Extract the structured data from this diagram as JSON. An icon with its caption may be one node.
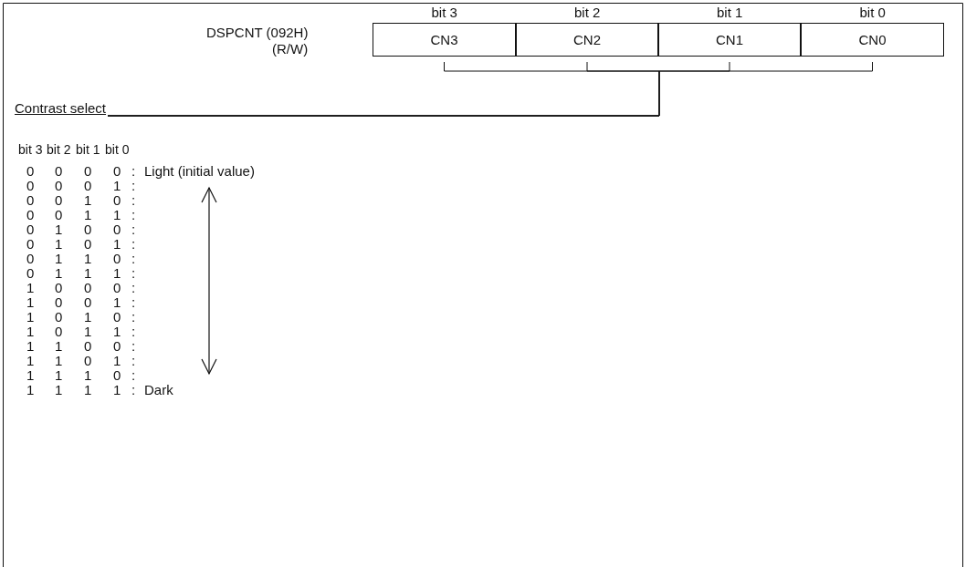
{
  "diagram": {
    "nodes": [
      {
        "text": [
          "CN3"
        ],
        "beside": [
          "bit 3"
        ]
      },
      {
        "text": [
          "CN2"
        ],
        "beside": [
          "bit 2"
        ]
      },
      {
        "text": [
          "CN1"
        ],
        "beside": [
          "bit 1"
        ]
      },
      {
        "text": [
          "CN0"
        ],
        "beside": [
          "bit 0"
        ]
      },
      {
        "text": [
          "Contrast select"
        ]
      }
    ],
    "edges": [
      {
        "from": 0,
        "to": 4,
        "arrow": "none"
      },
      {
        "from": 1,
        "to": 4,
        "arrow": "none"
      },
      {
        "from": 2,
        "to": 4,
        "arrow": "none"
      },
      {
        "from": 3,
        "to": 4,
        "arrow": "none"
      }
    ],
    "labels": [
      "DSPCNT (092H)",
      "(R/W)",
      "bit 3",
      "bit 2",
      "bit 1",
      "bit 0",
      "0",
      "0",
      "0",
      "0",
      ":",
      "Light (initial value)",
      "0",
      "0",
      "0",
      "1",
      ":",
      "0",
      "0",
      "1",
      "0",
      ":",
      "0",
      "0",
      "1",
      "1",
      ":",
      "0",
      "1",
      "0",
      "0",
      ":",
      "0",
      "1",
      "0",
      "1",
      ":",
      "0",
      "1",
      "1",
      "0",
      ":",
      "0",
      "1",
      "1",
      "1",
      ":",
      "1",
      "0",
      "0",
      "0",
      ":",
      "1",
      "0",
      "0",
      "1",
      ":",
      "1",
      "0",
      "1",
      "0",
      ":",
      "1",
      "0",
      "1",
      "1",
      ":",
      "1",
      "1",
      "0",
      "0",
      ":",
      "1",
      "1",
      "0",
      "1",
      ":",
      "1",
      "1",
      "1",
      "0",
      ":",
      "1",
      "1",
      "1",
      "1",
      ":",
      "Dark"
    ]
  }
}
